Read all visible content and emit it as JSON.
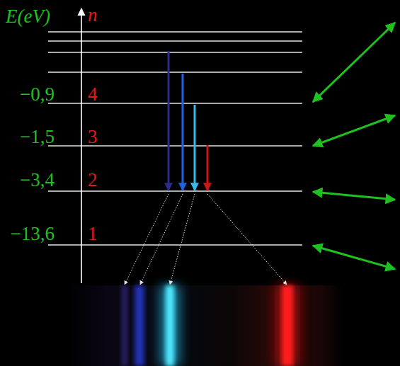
{
  "diagram": {
    "labels": [
      "E(eV)",
      "n",
      "−0,9",
      "4",
      "−1,5",
      "3",
      "−3,4",
      "2",
      "−13,6",
      "1"
    ]
  }
}
